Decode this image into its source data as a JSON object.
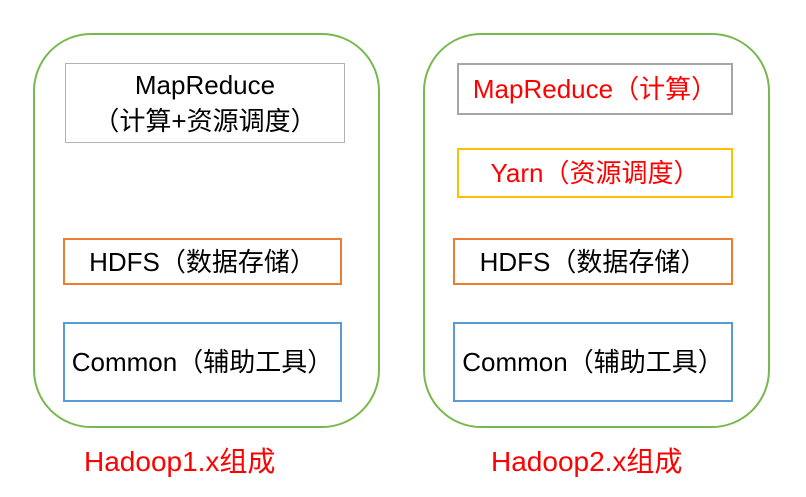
{
  "colors": {
    "background": "#FFFFFF",
    "panel_border_green": "#77B94E",
    "box_border_gray": "#A6A6A6",
    "box_border_orange": "#ED7D31",
    "box_border_blue": "#5B9BD5",
    "box_border_yellow": "#FFC000",
    "accent_text_red": "#FF0000",
    "box_text_black": "#000000"
  },
  "panels": [
    {
      "label": "Hadoop1.x组成",
      "boxes": [
        {
          "name": "mapreduce",
          "lines": [
            "MapReduce",
            "（计算+资源调度）"
          ],
          "border": "gray",
          "text_color": "#000000"
        },
        {
          "name": "hdfs",
          "lines": [
            "HDFS（数据存储）"
          ],
          "border": "orange",
          "text_color": "#000000"
        },
        {
          "name": "common",
          "lines": [
            "Common（辅助工具）"
          ],
          "border": "blue",
          "text_color": "#000000"
        }
      ]
    },
    {
      "label": "Hadoop2.x组成",
      "boxes": [
        {
          "name": "mapreduce",
          "lines": [
            "MapReduce（计算）"
          ],
          "border": "gray",
          "text_color": "#FF0000"
        },
        {
          "name": "yarn",
          "lines": [
            "Yarn（资源调度）"
          ],
          "border": "yellow",
          "text_color": "#FF0000"
        },
        {
          "name": "hdfs",
          "lines": [
            "HDFS（数据存储）"
          ],
          "border": "orange",
          "text_color": "#000000"
        },
        {
          "name": "common",
          "lines": [
            "Common（辅助工具）"
          ],
          "border": "blue",
          "text_color": "#000000"
        }
      ]
    }
  ]
}
